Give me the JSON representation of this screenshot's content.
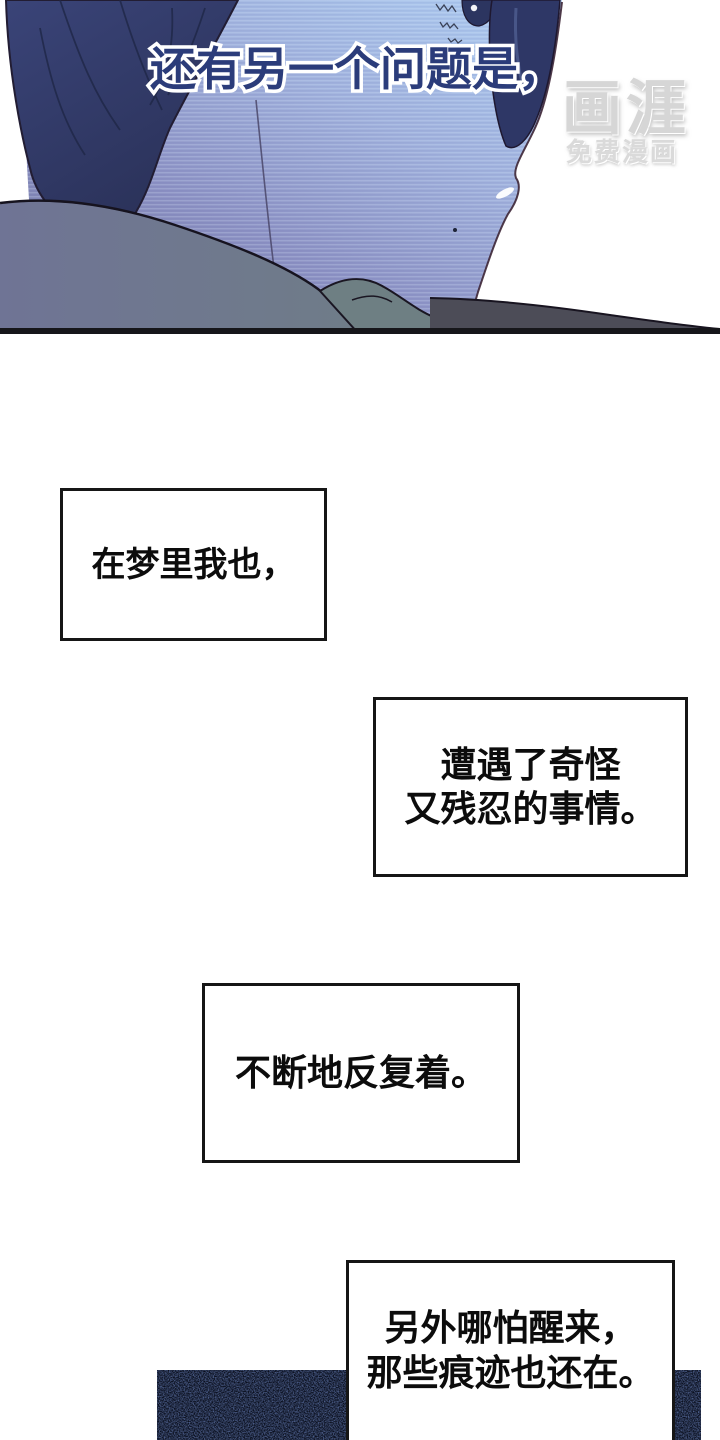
{
  "panel": {
    "caption": "还有另一个问题是，"
  },
  "watermark": {
    "logo": "画涯",
    "tagline": "免费漫画"
  },
  "narration_boxes": [
    {
      "lines": [
        "在梦里我也，"
      ]
    },
    {
      "lines": [
        "遭遇了奇怪",
        "又残忍的事情。"
      ]
    },
    {
      "lines": [
        "不断地反复着。"
      ]
    },
    {
      "lines": [
        "另外哪怕醒来，",
        "那些痕迹也还在。"
      ]
    }
  ],
  "colors": {
    "caption_text": "#2b3c7a",
    "caption_outline": "#ffffff",
    "box_border": "#161616",
    "box_text": "#0c0c0c",
    "panel_edge_line": "#16161a",
    "bottom_panel_base": "#0a0f1e",
    "bottom_panel_speckle": "#2e4a9e",
    "figure_blue_light": "#abc8ee",
    "figure_blue_mid": "#8a8fc2",
    "figure_blue_dark": "#6f739c",
    "hair_navy": "#323c6b",
    "shoulder_gray": "#6f7495"
  }
}
